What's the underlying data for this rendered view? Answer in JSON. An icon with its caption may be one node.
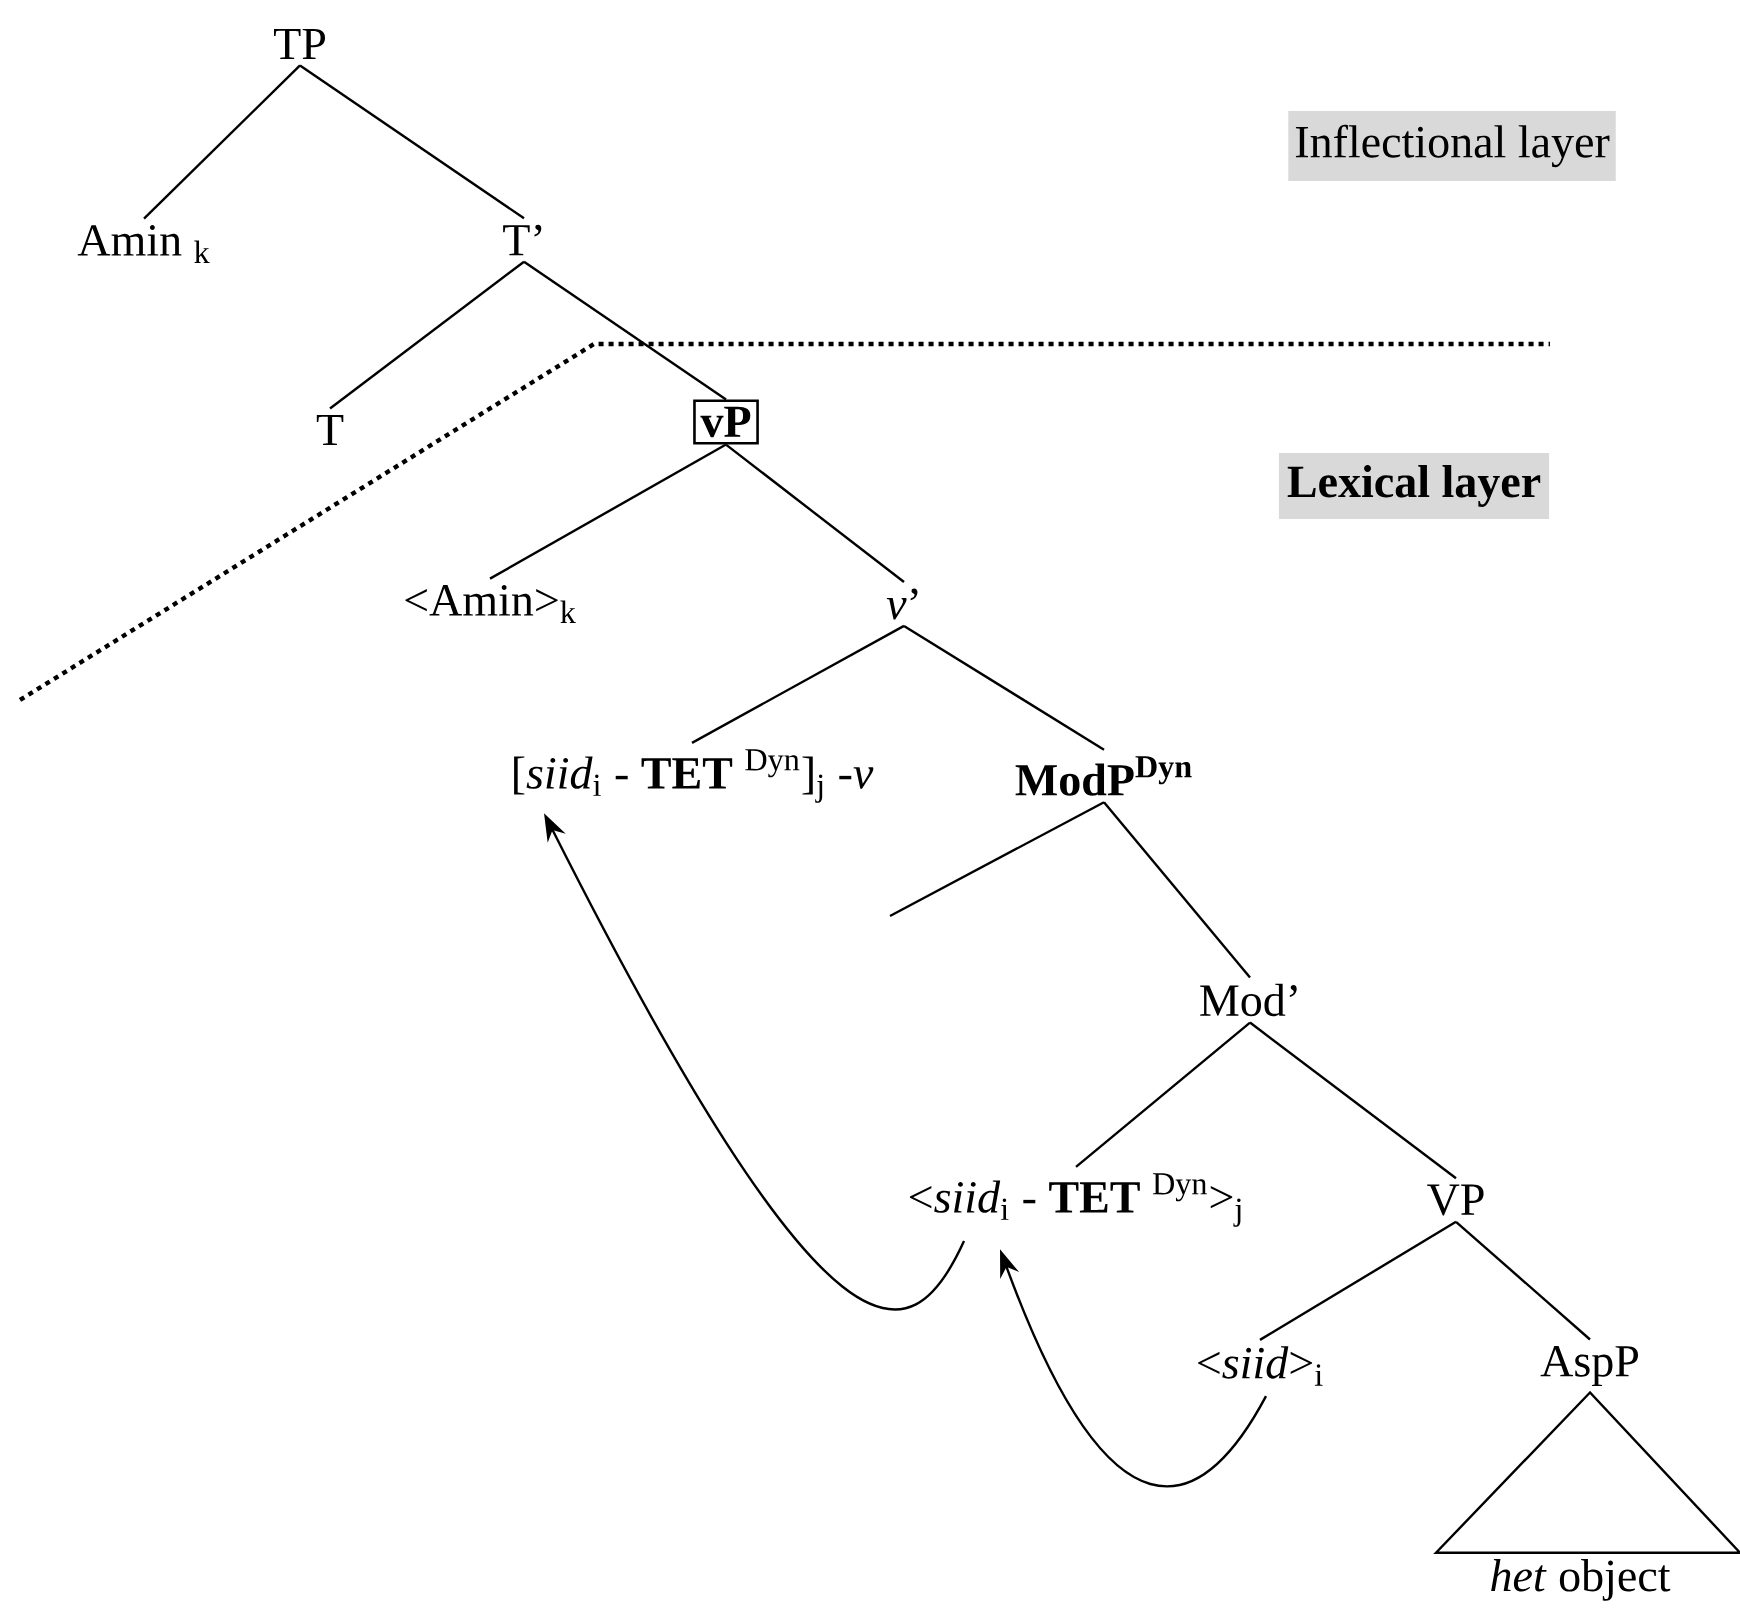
{
  "diagram": {
    "nodes": [
      {
        "text": [
          "TP"
        ]
      },
      {
        "text": [
          "Amin $_{k}$"
        ]
      },
      {
        "text": [
          "T’"
        ]
      },
      {
        "text": [
          "T"
        ]
      },
      {
        "text": [
          "vP"
        ]
      },
      {
        "text": [
          "<Amin>$_{k}$"
        ]
      },
      {
        "text": [
          "*v*’"
        ]
      },
      {
        "text": [
          "[*siid*$_{i}$ - **TET** $^{Dyn}$]$_{j}$ -*v*"
        ]
      },
      {
        "text": [
          "ModP$^{Dyn}$"
        ]
      },
      {
        "text": [
          "Mod’"
        ]
      },
      {
        "text": [
          "<*siid*$_{i}$ - **TET** $^{Dyn}$>$_{j}$"
        ]
      },
      {
        "text": [
          "VP"
        ]
      },
      {
        "text": [
          "<*siid*>$_{i}$"
        ]
      },
      {
        "text": [
          "AspP"
        ]
      },
      {
        "text": [
          "*het* object"
        ]
      },
      {
        "text": [
          "Inflectional layer"
        ]
      },
      {
        "text": [
          "Lexical layer"
        ]
      }
    ],
    "edges": [
      {
        "from": 0,
        "to": 1,
        "arrow": "none"
      },
      {
        "from": 0,
        "to": 2,
        "arrow": "none"
      },
      {
        "from": 2,
        "to": 3,
        "arrow": "none"
      },
      {
        "from": 2,
        "to": 4,
        "arrow": "none"
      },
      {
        "from": 4,
        "to": 5,
        "arrow": "none"
      },
      {
        "from": 4,
        "to": 6,
        "arrow": "none"
      },
      {
        "from": 6,
        "to": 7,
        "arrow": "none"
      },
      {
        "from": 6,
        "to": 8,
        "arrow": "none"
      },
      {
        "from": 8,
        "to": null,
        "arrow": "none"
      },
      {
        "from": 8,
        "to": 9,
        "arrow": "none"
      },
      {
        "from": 9,
        "to": 10,
        "arrow": "none"
      },
      {
        "from": 9,
        "to": 11,
        "arrow": "none"
      },
      {
        "from": 11,
        "to": 12,
        "arrow": "none"
      },
      {
        "from": 11,
        "to": 13,
        "arrow": "none"
      },
      {
        "from": 13,
        "to": 14,
        "arrow": "none"
      },
      {
        "from": 10,
        "to": 7,
        "arrow": "to"
      },
      {
        "from": 12,
        "to": 10,
        "arrow": "to"
      }
    ]
  }
}
